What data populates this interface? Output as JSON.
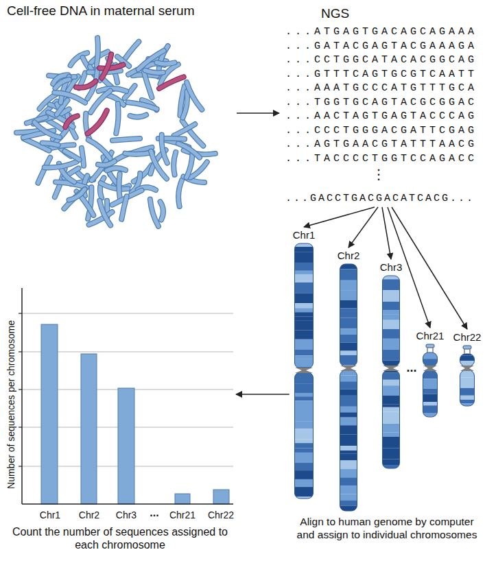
{
  "diagram": {
    "nodes": [
      {
        "text": [
          "Cell-free DNA in maternal serum"
        ]
      },
      {
        "text": [
          "NGS",
          "...ATGAGTGACAGCAGAAA",
          "...GATACGAGTACGAAAGA",
          "...CCTGGCATACACGGCAG",
          "...GTTTCAGTGCGTCAATT",
          "...AAATGCCCATGTTTGCA",
          "...TGGTGCAGTACGCGGAC",
          "...AACTAGTGAGTACCCAG",
          "...CCCTGGGACGATTCGAG",
          "...AGTGAACGTATTTAACG",
          "...TACCCCTGGTCCAGACC",
          "⋮"
        ]
      },
      {
        "text": [
          "...GACCTGACGACATCACG..."
        ]
      },
      {
        "text": [
          "Chr1"
        ]
      },
      {
        "text": [
          "Chr2"
        ]
      },
      {
        "text": [
          "Chr3"
        ]
      },
      {
        "text": [
          "Chr21"
        ]
      },
      {
        "text": [
          "Chr22"
        ]
      },
      {
        "text": [
          "Number of sequences per chromosome"
        ]
      }
    ],
    "edges": [
      {
        "from": 0,
        "to": 1,
        "arrow": "to"
      },
      {
        "from": 2,
        "to": 3,
        "arrow": "to"
      },
      {
        "from": 2,
        "to": 4,
        "arrow": "to"
      },
      {
        "from": 2,
        "to": 5,
        "arrow": "to"
      },
      {
        "from": 2,
        "to": 6,
        "arrow": "to"
      },
      {
        "from": 2,
        "to": 7,
        "arrow": "to"
      },
      {
        "from": 3,
        "to": 8,
        "arrow": "to"
      }
    ],
    "labels": [
      "Chr1",
      "Chr2",
      "Chr3",
      "...",
      "Chr21",
      "Chr22",
      "Count the number of sequences assigned to each chromosome",
      "...",
      "Align to human genome by computer and assign to individual chromosomes"
    ]
  }
}
